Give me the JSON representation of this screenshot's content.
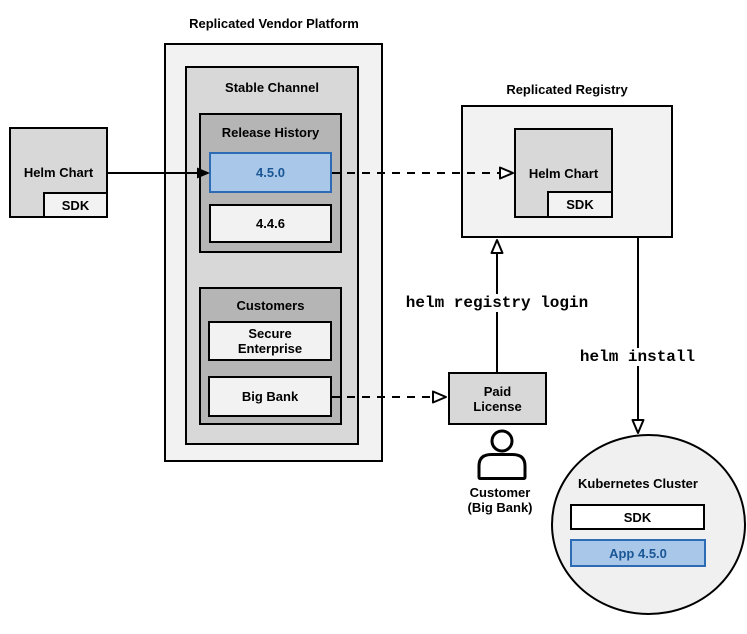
{
  "colors": {
    "highlight_fill": "#a9c7e8",
    "highlight_border": "#2d6cb5",
    "highlight_text": "#1a5796",
    "container_light": "#f2f2f2",
    "container_medium": "#d8d8d8",
    "container_dark": "#b5b5b5"
  },
  "vendor_platform": {
    "title": "Replicated Vendor Platform",
    "stable_channel": {
      "title": "Stable Channel",
      "release_history": {
        "title": "Release History",
        "releases": [
          {
            "version": "4.5.0",
            "highlighted": true
          },
          {
            "version": "4.4.6",
            "highlighted": false
          }
        ]
      },
      "customers": {
        "title": "Customers",
        "items": [
          {
            "name": "Secure\nEnterprise"
          },
          {
            "name": "Big Bank"
          }
        ]
      }
    }
  },
  "source_chart": {
    "label": "Helm Chart",
    "sdk": "SDK"
  },
  "registry": {
    "title": "Replicated Registry",
    "helm_chart": "Helm Chart",
    "sdk": "SDK"
  },
  "paid_license": {
    "label": "Paid\nLicense"
  },
  "customer": {
    "caption": "Customer\n(Big Bank)"
  },
  "commands": {
    "registry_login": "helm registry login",
    "install": "helm install"
  },
  "cluster": {
    "title": "Kubernetes Cluster",
    "sdk": "SDK",
    "app": "App 4.5.0"
  }
}
